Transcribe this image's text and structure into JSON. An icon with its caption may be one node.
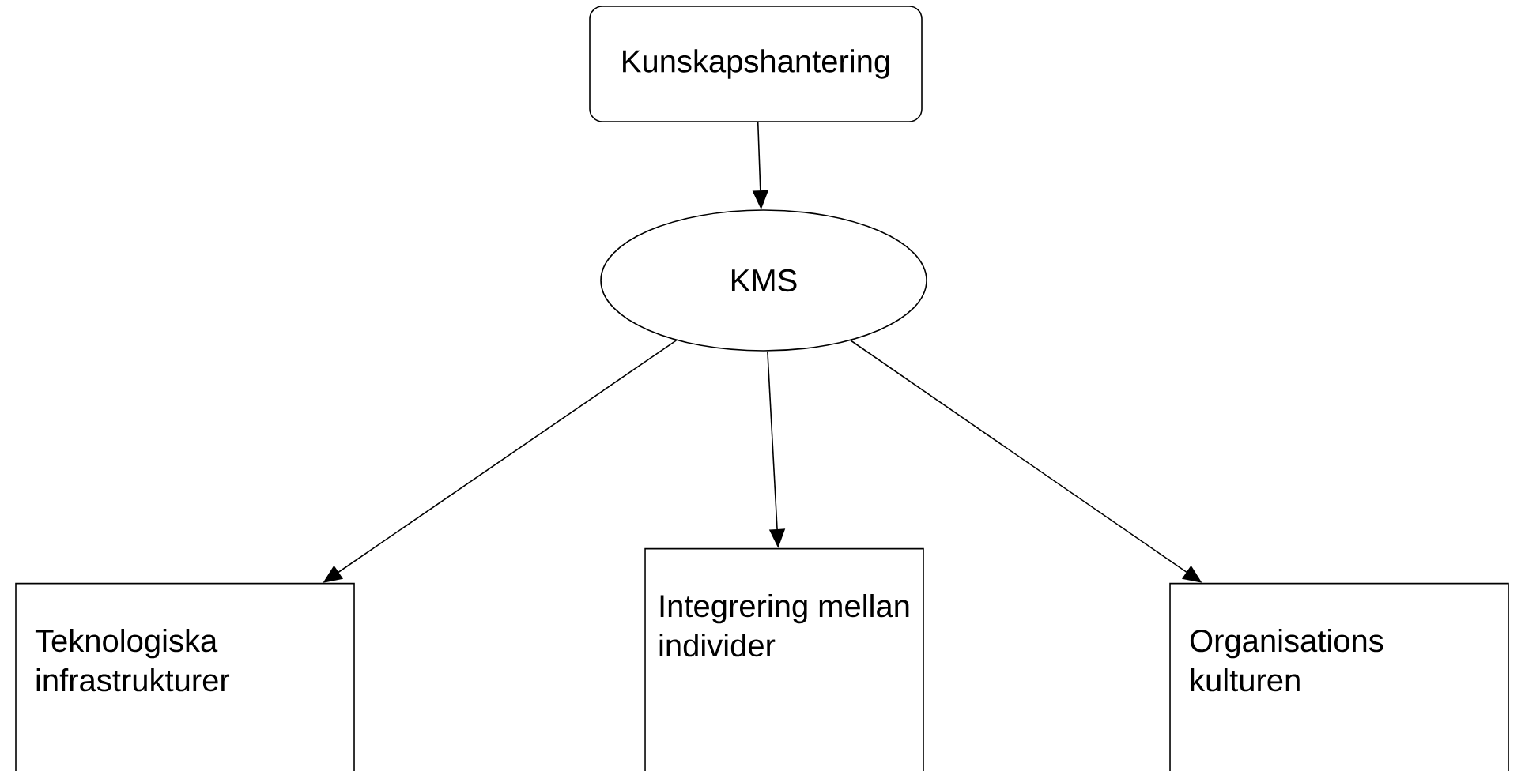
{
  "diagram": {
    "nodes": [
      {
        "text": [
          "Kunskapshantering"
        ]
      },
      {
        "text": [
          "KMS"
        ]
      },
      {
        "text": [
          "Teknologiska infrastrukturer"
        ]
      },
      {
        "text": [
          "Integrering mellan individer"
        ]
      },
      {
        "text": [
          "Organisations kulturen"
        ]
      }
    ],
    "edges": [
      {
        "from": 0,
        "to": 1,
        "arrow": "to"
      },
      {
        "from": 1,
        "to": 2,
        "arrow": "to"
      },
      {
        "from": 1,
        "to": 3,
        "arrow": "to"
      },
      {
        "from": 1,
        "to": 4,
        "arrow": "to"
      }
    ]
  }
}
